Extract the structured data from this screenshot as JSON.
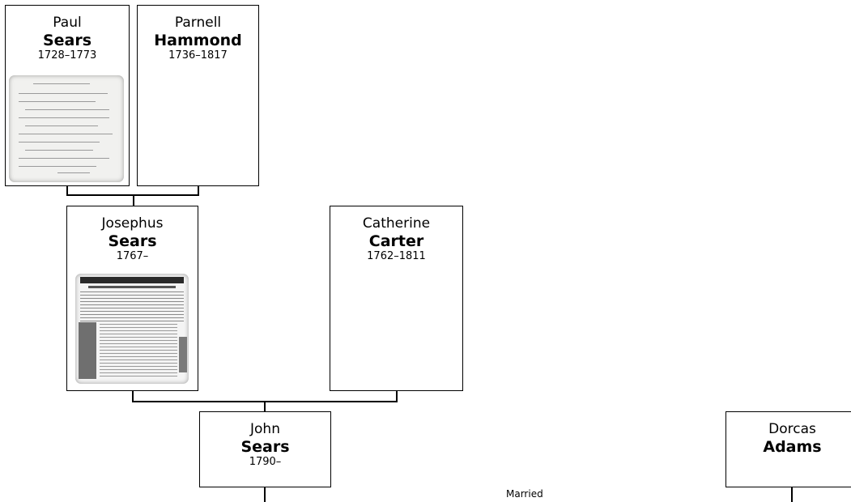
{
  "people": {
    "paul": {
      "first": "Paul",
      "last": "Sears",
      "dates": "1728–1773"
    },
    "parnell": {
      "first": "Parnell",
      "last": "Hammond",
      "dates": "1736–1817"
    },
    "josephus": {
      "first": "Josephus",
      "last": "Sears",
      "dates": "1767–"
    },
    "catherine": {
      "first": "Catherine",
      "last": "Carter",
      "dates": "1762–1811"
    },
    "john": {
      "first": "John",
      "last": "Sears",
      "dates": "1790–"
    },
    "dorcas": {
      "first": "Dorcas",
      "last": "Adams",
      "dates": ""
    }
  },
  "marriage_label": "Married",
  "icons": {
    "paul_photo": "handwritten-document-photo",
    "josephus_photo": "newspaper-article-photo"
  },
  "colors": {
    "border": "#000000",
    "background": "#ffffff"
  }
}
